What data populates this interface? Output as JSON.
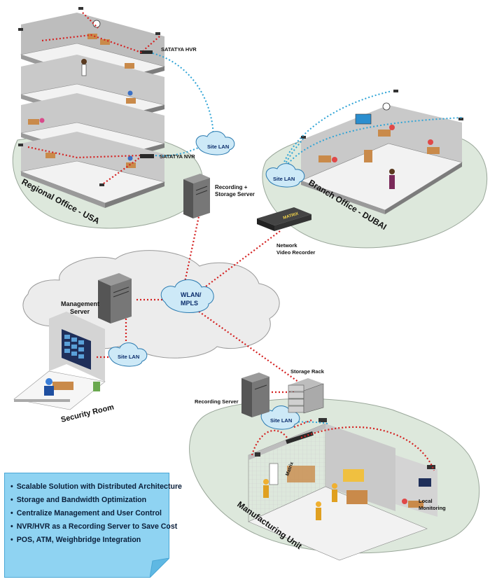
{
  "labels": {
    "satatya_hvr": "SATATYA HVR",
    "satatya_nvr": "SATATYA NVR",
    "recording_storage_server": [
      "Recording +",
      "Storage Server"
    ],
    "regional_office": "Regional Office - USA",
    "branch_office": "Branch Office - DUBAI",
    "network_video_recorder": [
      "Network",
      "Video Recorder"
    ],
    "management_server": [
      "Management",
      "Server"
    ],
    "security_room": "Security Room",
    "storage_rack": "Storage Rack",
    "recording_server": "Recording Server",
    "manufacturing_unit": "Manufacturing Unit",
    "local_monitoring": [
      "Local",
      "Monitoring"
    ],
    "nvr_brand": "MATRIX",
    "factory_sign": "Matrix"
  },
  "clouds": {
    "site_lan_usa": "Site LAN",
    "site_lan_dubai": "Site LAN",
    "wlan_mpls": [
      "WLAN/",
      "MPLS"
    ],
    "site_lan_security": "Site LAN",
    "site_lan_factory": "Site LAN"
  },
  "features": [
    "Scalable Solution with Distributed Architecture",
    "Storage and Bandwidth Optimization",
    "Centralize Management and User Control",
    "NVR/HVR as a Recording Server to Save Cost",
    "POS, ATM, Weighbridge Integration"
  ],
  "colors": {
    "wan_link": "#d42020",
    "lan_link": "#2fa4d6",
    "site_ground": "#dde8dc",
    "office_floor": "#f2f2f2",
    "feature_box": "#8fd3f2"
  }
}
